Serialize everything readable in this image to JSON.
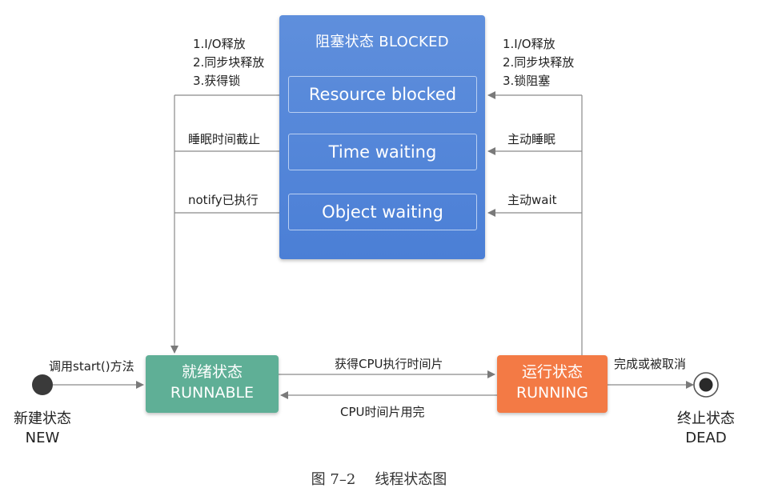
{
  "blocked": {
    "title": "阻塞状态 BLOCKED",
    "substates": [
      "Resource blocked",
      "Time waiting",
      "Object waiting"
    ]
  },
  "states": {
    "runnable": {
      "cn": "就绪状态",
      "en": "RUNNABLE"
    },
    "running": {
      "cn": "运行状态",
      "en": "RUNNING"
    },
    "new": {
      "cn": "新建状态",
      "en": "NEW"
    },
    "dead": {
      "cn": "终止状态",
      "en": "DEAD"
    }
  },
  "left_labels": {
    "resource": [
      "1.I/O释放",
      "2.同步块释放",
      "3.获得锁"
    ],
    "time": "睡眠时间截止",
    "object": "notify已执行"
  },
  "right_labels": {
    "resource": [
      "1.I/O释放",
      "2.同步块释放",
      "3.锁阻塞"
    ],
    "time": "主动睡眠",
    "object": "主动wait"
  },
  "transitions": {
    "start": "调用start()方法",
    "to_running": "获得CPU执行时间片",
    "to_runnable": "CPU时间片用完",
    "to_dead": "完成或被取消"
  },
  "caption": {
    "figure": "图 7–2",
    "title": "线程状态图"
  },
  "colors": {
    "blocked": "#4b7fd6",
    "runnable": "#5faf96",
    "running": "#f37a45",
    "line": "#8a8a8a"
  }
}
